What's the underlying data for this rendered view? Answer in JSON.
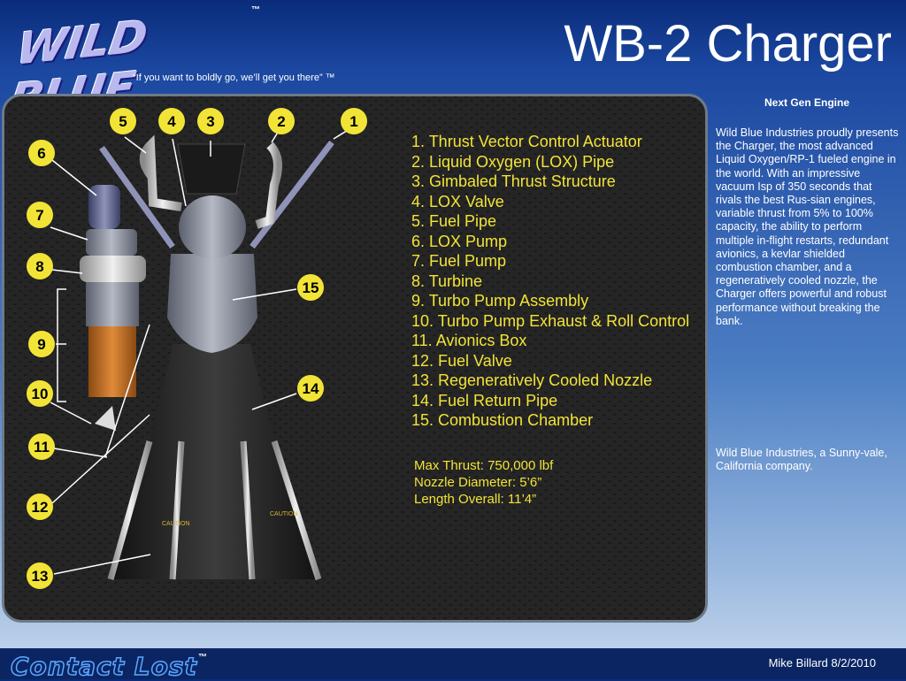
{
  "header": {
    "logo_text": "WILD BLUE",
    "logo_tm": "™",
    "tagline": "“If you want to boldly go, we’ll get you there” ™",
    "title": "WB-2 Charger"
  },
  "diagram": {
    "callouts": [
      "1",
      "2",
      "3",
      "4",
      "5",
      "6",
      "7",
      "8",
      "9",
      "10",
      "11",
      "12",
      "13",
      "14",
      "15"
    ],
    "nozzle_labels": [
      "CAUTION",
      "CAUTION"
    ],
    "parts": [
      "1. Thrust Vector Control Actuator",
      "2. Liquid Oxygen (LOX) Pipe",
      "3. Gimbaled Thrust Structure",
      "4. LOX Valve",
      "5. Fuel Pipe",
      "6. LOX Pump",
      "7. Fuel Pump",
      "8. Turbine",
      "9. Turbo Pump Assembly",
      "10. Turbo Pump Exhaust & Roll Control",
      "11. Avionics Box",
      "12. Fuel Valve",
      "13. Regeneratively Cooled Nozzle",
      "14. Fuel Return Pipe",
      "15. Combustion Chamber"
    ],
    "specs": [
      "Max Thrust: 750,000 lbf",
      "Nozzle Diameter: 5’6”",
      "Length Overall: 11’4”"
    ]
  },
  "sidebar": {
    "heading": "Next Gen Engine",
    "description": "Wild Blue Industries proudly presents the Charger, the most advanced Liquid Oxygen/RP-1 fueled engine in the world. With an impressive vacuum Isp of 350 seconds that rivals the best Rus-sian engines,  variable thrust from 5% to 100% capacity, the ability to perform multiple in-flight restarts, redundant avionics, a kevlar shielded combustion chamber, and a regeneratively cooled nozzle, the Charger offers powerful and robust performance without breaking the bank.",
    "company": "Wild Blue Industries, a Sunny-vale, California company."
  },
  "footer": {
    "logo_text": "Contact Lost",
    "logo_tm": "™",
    "credit": "Mike Billard 8/2/2010"
  },
  "colors": {
    "label_yellow": "#f2e437",
    "footer_bar": "#0b2563",
    "logo_lavender": "#b9b8ef"
  }
}
